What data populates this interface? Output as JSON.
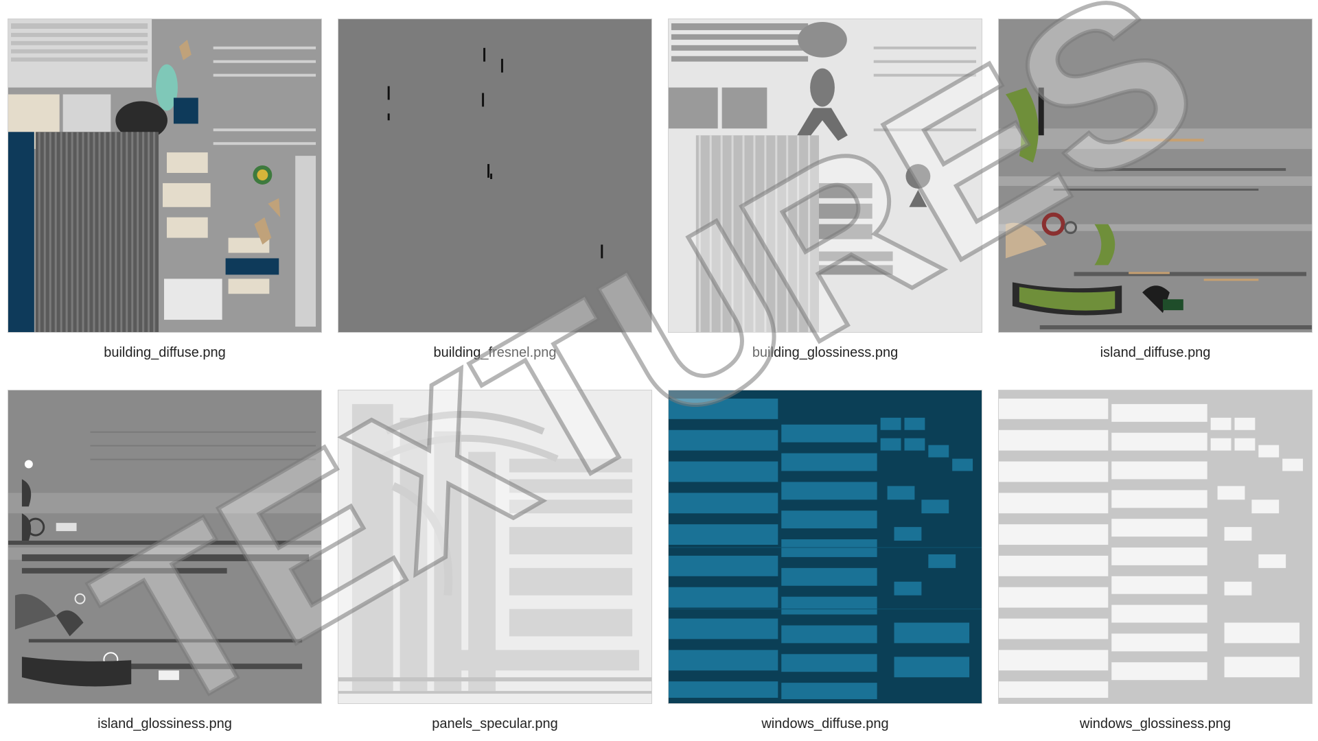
{
  "textures": [
    {
      "name": "building_diffuse.png",
      "icon": "texture-map-icon"
    },
    {
      "name": "building_fresnel.png",
      "icon": "texture-map-icon"
    },
    {
      "name": "building_glossiness.png",
      "icon": "texture-map-icon"
    },
    {
      "name": "island_diffuse.png",
      "icon": "texture-map-icon"
    },
    {
      "name": "island_glossiness.png",
      "icon": "texture-map-icon"
    },
    {
      "name": "panels_specular.png",
      "icon": "texture-map-icon"
    },
    {
      "name": "windows_diffuse.png",
      "icon": "texture-map-icon"
    },
    {
      "name": "windows_glossiness.png",
      "icon": "texture-map-icon"
    }
  ],
  "watermark": {
    "text": "TEXTURES"
  },
  "colors": {
    "background": "#ffffff",
    "caption_text": "#222222",
    "navy_panel": "#0e3a5a",
    "teal_glass": "#0d5a78",
    "mid_gray": "#7a7a7a",
    "island_green": "#6f8f3a"
  }
}
